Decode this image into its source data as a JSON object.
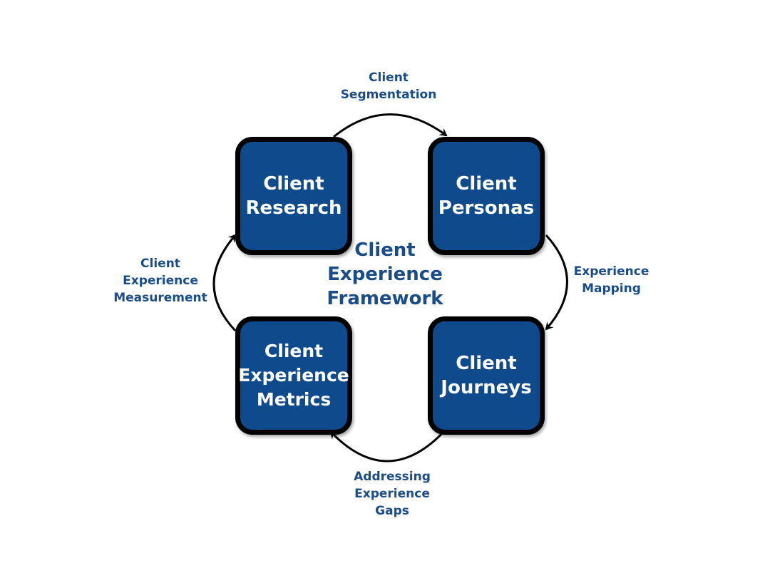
{
  "diagram": {
    "title": "Client\nExperience\nFramework",
    "nodes": [
      {
        "id": "research",
        "label": "Client\nResearch"
      },
      {
        "id": "personas",
        "label": "Client\nPersonas"
      },
      {
        "id": "journeys",
        "label": "Client\nJourneys"
      },
      {
        "id": "metrics",
        "label": "Client\nExperience\nMetrics"
      }
    ],
    "edges": [
      {
        "from": "research",
        "to": "personas",
        "label": "Client\nSegmentation"
      },
      {
        "from": "personas",
        "to": "journeys",
        "label": "Experience\nMapping"
      },
      {
        "from": "journeys",
        "to": "metrics",
        "label": "Addressing\nExperience\nGaps"
      },
      {
        "from": "metrics",
        "to": "research",
        "label": "Client\nExperience\nMeasurement"
      }
    ],
    "colors": {
      "box_fill": "#0f4a8c",
      "text_accent": "#1a4c8a",
      "box_border": "#000000"
    }
  }
}
